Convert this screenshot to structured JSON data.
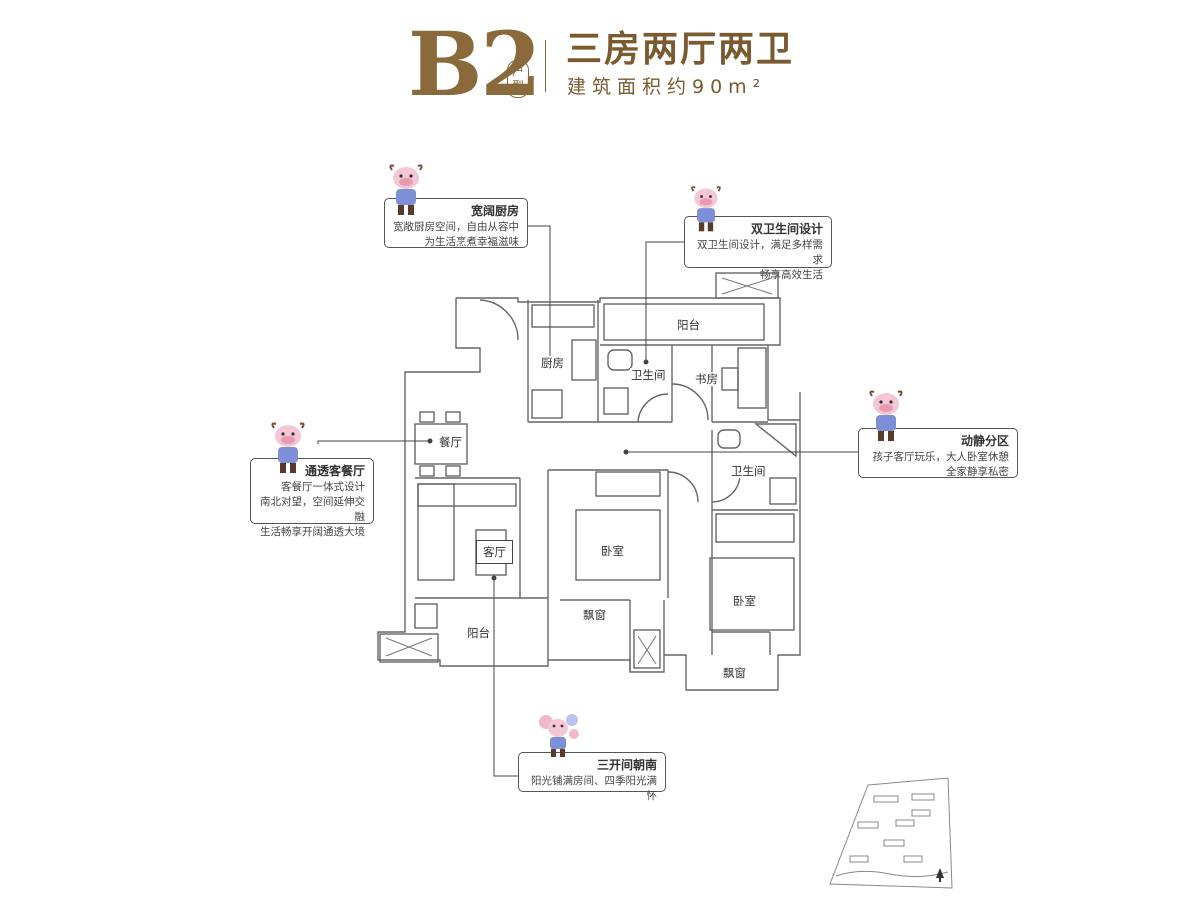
{
  "header": {
    "unit_code": "B2",
    "unit_suffix": "户型",
    "layout_title": "三房两厅两卫",
    "area_text": "建筑面积约90m²"
  },
  "features": {
    "kitchen": {
      "title": "宽阔厨房",
      "desc": [
        "宽敞厨房空间，自由从容中",
        "为生活烹煮幸福滋味"
      ]
    },
    "bathroom": {
      "title": "双卫生间设计",
      "desc": [
        "双卫生间设计，满足多样需求",
        "畅享高效生活"
      ]
    },
    "dining": {
      "title": "通透客餐厅",
      "desc": [
        "客餐厅一体式设计",
        "南北对望，空间延伸交融",
        "生活畅享开阔通透大境"
      ]
    },
    "zoning": {
      "title": "动静分区",
      "desc": [
        "孩子客厅玩乐，大人卧室休憩",
        "全家静享私密"
      ]
    },
    "south": {
      "title": "三开间朝南",
      "desc": [
        "阳光铺满房间、四季阳光满怀"
      ]
    }
  },
  "rooms": {
    "kitchen": "厨房",
    "bath1": "卫生间",
    "balcony_top": "阳台",
    "study": "书房",
    "dining": "餐厅",
    "bath2": "卫生间",
    "living": "客厅",
    "bedroom1": "卧室",
    "bay1": "飘窗",
    "bedroom2": "卧室",
    "bay2": "飘窗",
    "balcony_bottom": "阳台"
  },
  "colors": {
    "brand": "#8a6a3a",
    "line": "#555555",
    "wall": "#666666"
  },
  "icons": {
    "mascot": "cow-mascot-icon",
    "compass": "north-arrow-icon"
  }
}
